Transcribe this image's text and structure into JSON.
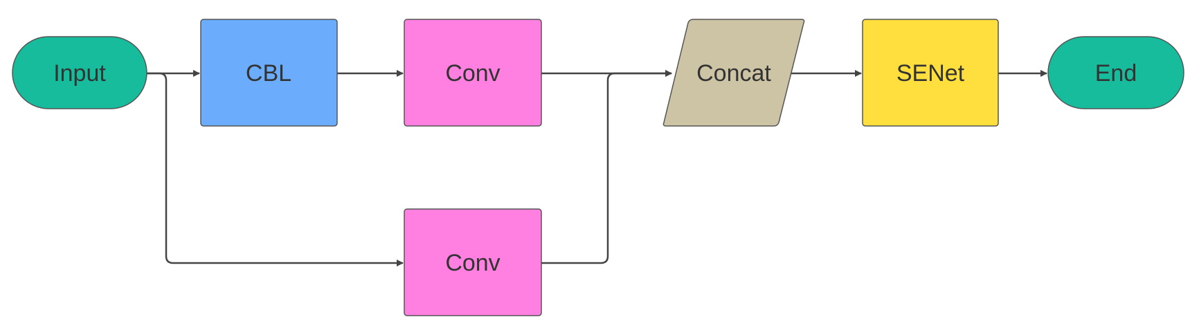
{
  "nodes": {
    "input": {
      "label": "Input",
      "shape": "terminator",
      "color": "#17BC9C"
    },
    "cbl": {
      "label": "CBL",
      "shape": "rectangle",
      "color": "#6BADFC"
    },
    "conv_top": {
      "label": "Conv",
      "shape": "rectangle",
      "color": "#FF80E0"
    },
    "conv_bottom": {
      "label": "Conv",
      "shape": "rectangle",
      "color": "#FF80E0"
    },
    "concat": {
      "label": "Concat",
      "shape": "parallelogram",
      "color": "#CDC4A6"
    },
    "senet": {
      "label": "SENet",
      "shape": "rectangle",
      "color": "#FFDF3D"
    },
    "end": {
      "label": "End",
      "shape": "terminator",
      "color": "#17BC9C"
    }
  },
  "edges": [
    {
      "from": "Input",
      "to": "CBL"
    },
    {
      "from": "CBL",
      "to": "Conv (top)"
    },
    {
      "from": "Input",
      "to": "Conv (bottom)"
    },
    {
      "from": "Conv (top)",
      "to": "Concat"
    },
    {
      "from": "Conv (bottom)",
      "to": "Concat"
    },
    {
      "from": "Concat",
      "to": "SENet"
    },
    {
      "from": "SENet",
      "to": "End"
    }
  ],
  "colors": {
    "edge": "#444444",
    "border": "#555555",
    "text": "#333333"
  }
}
